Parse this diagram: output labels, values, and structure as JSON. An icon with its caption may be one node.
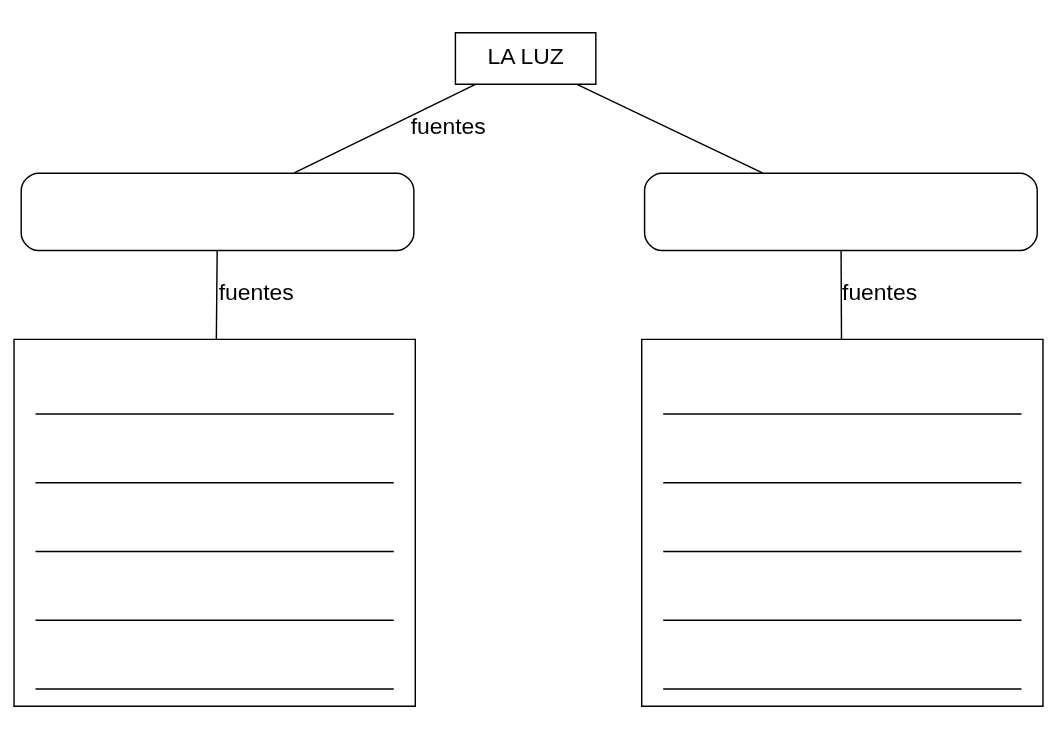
{
  "diagram": {
    "nodes": [
      {
        "text": [
          "LA LUZ"
        ]
      },
      {
        "text": [],
        "shape": "box"
      },
      {
        "text": [],
        "shape": "box"
      },
      {
        "text": [],
        "shape": "box"
      },
      {
        "text": [],
        "shape": "box"
      }
    ],
    "edges": [
      {
        "from": 0,
        "to": 1,
        "arrow": "none",
        "label": "fuentes"
      },
      {
        "from": 0,
        "to": 2,
        "arrow": "none"
      },
      {
        "from": 1,
        "to": 3,
        "arrow": "none",
        "label": "fuentes"
      },
      {
        "from": 2,
        "to": 4,
        "arrow": "none",
        "label": "fuentes"
      }
    ]
  }
}
